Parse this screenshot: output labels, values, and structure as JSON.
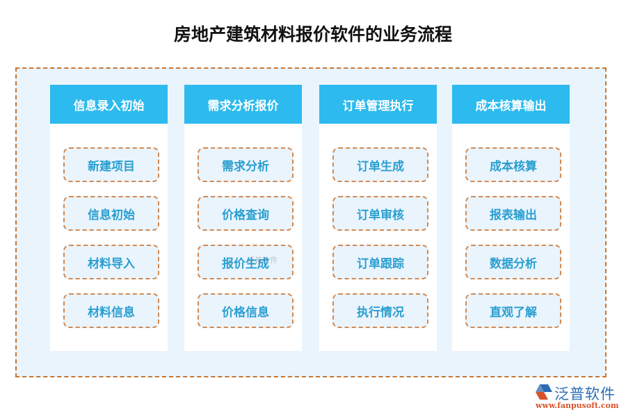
{
  "title": "房地产建筑材料报价软件的业务流程",
  "colors": {
    "header_bg": "#2dbaee",
    "header_text": "#ffffff",
    "item_text": "#2a9fd0",
    "item_border": "#d2884e",
    "outer_border": "#c87530",
    "outer_bg": "#eaf4fd"
  },
  "columns": [
    {
      "header": "信息录入初始",
      "items": [
        "新建项目",
        "信息初始",
        "材料导入",
        "材料信息"
      ]
    },
    {
      "header": "需求分析报价",
      "items": [
        "需求分析",
        "价格查询",
        "报价生成",
        "价格信息"
      ]
    },
    {
      "header": "订单管理执行",
      "items": [
        "订单生成",
        "订单审核",
        "订单跟踪",
        "执行情况"
      ]
    },
    {
      "header": "成本核算输出",
      "items": [
        "成本核算",
        "报表输出",
        "数据分析",
        "直观了解"
      ]
    }
  ],
  "watermark": {
    "text": "泛普软件"
  },
  "logo": {
    "name": "泛普软件",
    "url": "www.fanpusoft.com",
    "icon": "fanpu-logo-icon"
  }
}
